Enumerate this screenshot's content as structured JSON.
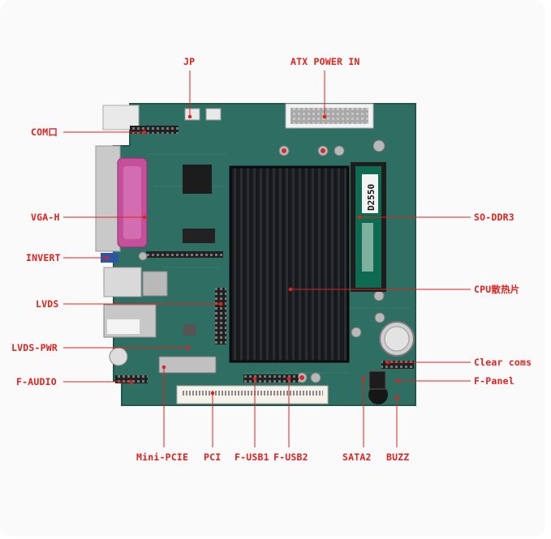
{
  "labels": {
    "jp": "JP",
    "atx_power_in": "ATX POWER IN",
    "com": "COM口",
    "vga_h": "VGA-H",
    "invert": "INVERT",
    "lvds": "LVDS",
    "lvds_pwr": "LVDS-PWR",
    "f_audio": "F-AUDIO",
    "so_ddr3": "SO-DDR3",
    "cpu_heatsink": "CPU散热片",
    "clear_coms": "Clear coms",
    "f_panel": "F-Panel",
    "mini_pcie": "Mini-PCIE",
    "pci": "PCI",
    "f_usb1": "F-USB1",
    "f_usb2": "F-USB2",
    "sata2": "SATA2",
    "buzz": "BUZZ"
  },
  "board": {
    "ram_label": "D2550",
    "pcb_color": "#2f6e63",
    "heatsink_color": "#15171a",
    "label_color": "#e0221e"
  }
}
